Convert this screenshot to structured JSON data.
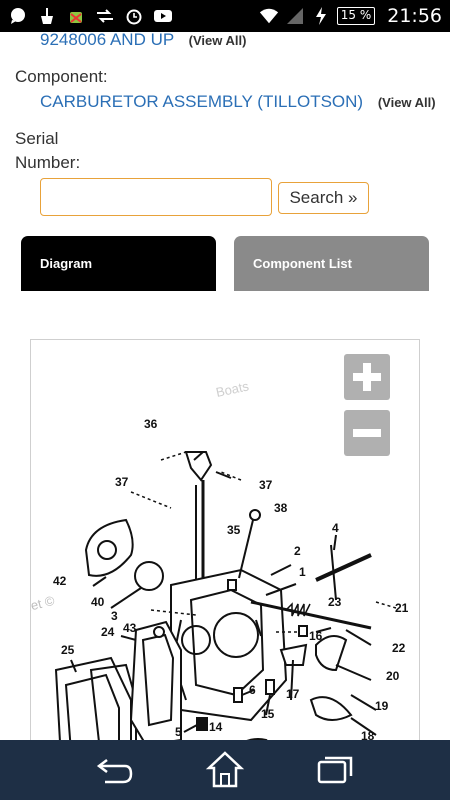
{
  "status_bar": {
    "battery": "15 %",
    "time": "21:56",
    "icons": [
      "chat-bubble-icon",
      "cleaner-icon",
      "android-debug-icon",
      "usb-transfer-icon",
      "alarm-clock-icon",
      "youtube-icon",
      "wifi-icon",
      "signal-icon",
      "charging-bolt-icon"
    ]
  },
  "model": {
    "value": "9248006 AND UP",
    "view_all": "(View All)"
  },
  "component": {
    "label": "Component:",
    "value": "CARBURETOR ASSEMBLY (TILLOTSON)",
    "view_all": "(View All)"
  },
  "serial": {
    "label_line1": "Serial",
    "label_line2": "Number:",
    "input_value": "",
    "search_button": "Search »"
  },
  "tabs": [
    {
      "label": "Diagram",
      "active": true
    },
    {
      "label": "Component List",
      "active": false
    }
  ],
  "diagram": {
    "watermark_1": "Boats",
    "watermark_2": "net ©",
    "part_numbers": [
      "36",
      "37",
      "37",
      "38",
      "35",
      "4",
      "2",
      "1",
      "42",
      "40",
      "3",
      "24",
      "43",
      "23",
      "21",
      "16",
      "22",
      "25",
      "6",
      "17",
      "20",
      "5",
      "14",
      "15",
      "19",
      "18"
    ]
  },
  "bottom_nav": [
    "back-icon",
    "home-icon",
    "switch-windows-icon"
  ]
}
